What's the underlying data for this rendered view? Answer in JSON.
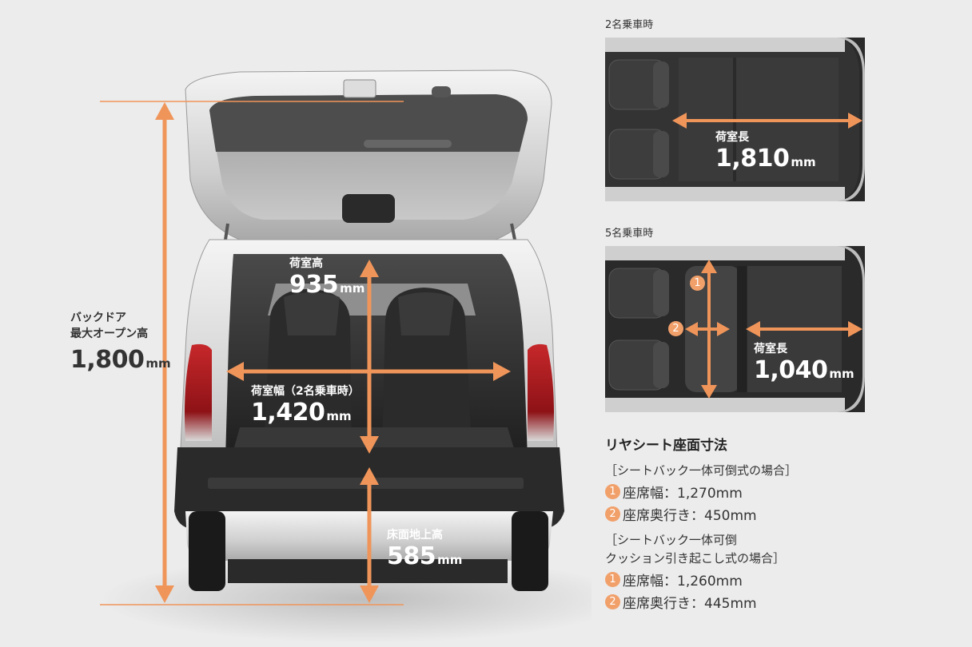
{
  "backdoor": {
    "label_line1": "バックドア",
    "label_line2": "最大オープン高",
    "value": "1,800",
    "unit": "mm"
  },
  "cargo_height": {
    "label": "荷室高",
    "value": "935",
    "unit": "mm"
  },
  "cargo_width": {
    "label": "荷室幅（2名乗車時）",
    "value": "1,420",
    "unit": "mm"
  },
  "ground_clearance": {
    "label": "床面地上高",
    "value": "585",
    "unit": "mm"
  },
  "two_seater": {
    "caption": "2名乗車時",
    "label": "荷室長",
    "value": "1,810",
    "unit": "mm"
  },
  "five_seater": {
    "caption": "5名乗車時",
    "label": "荷室長",
    "value": "1,040",
    "unit": "mm",
    "marker1": "1",
    "marker2": "2"
  },
  "rear_seat": {
    "title": "リヤシート座面寸法",
    "cond1": "［シートバック一体可倒式の場合］",
    "cond1_items": [
      {
        "num": "1",
        "text": "座席幅：1,270mm"
      },
      {
        "num": "2",
        "text": "座席奥行き：450mm"
      }
    ],
    "cond2_line1": "［シートバック一体可倒",
    "cond2_line2": "クッション引き起こし式の場合］",
    "cond2_items": [
      {
        "num": "1",
        "text": "座席幅：1,260mm"
      },
      {
        "num": "2",
        "text": "座席奥行き：445mm"
      }
    ]
  },
  "colors": {
    "accent": "#f0955a",
    "background": "#ececec",
    "text": "#333333"
  }
}
